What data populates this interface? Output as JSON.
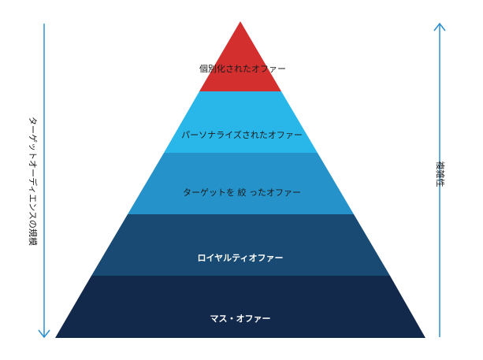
{
  "pyramid": {
    "tiers": [
      {
        "label": "個別化されたオファー",
        "color": "#d32f2f"
      },
      {
        "label": "パーソナライズされたオファー",
        "color": "#29b6e8"
      },
      {
        "label": "ターゲットを 絞 ったオファー",
        "color": "#2592c9"
      },
      {
        "label": "ロイヤルティオファー",
        "color": "#184a73"
      },
      {
        "label": "マス・オファー",
        "color": "#13294b"
      }
    ]
  },
  "axes": {
    "left_label": "ターゲットオーディエンスの規模",
    "right_label": "複雑性",
    "arrow_color": "#2a8fd0"
  }
}
